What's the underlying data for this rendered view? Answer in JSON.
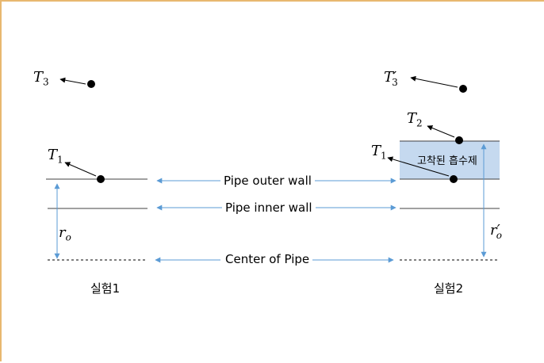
{
  "labels": {
    "outer_wall": "Pipe outer wall",
    "inner_wall": "Pipe inner wall",
    "center": "Center of Pipe",
    "exp1": "실험1",
    "exp2": "실험2",
    "adsorbent": "고착된 흡수제"
  },
  "math": {
    "T3_left": {
      "base": "T",
      "sub": "3",
      "prime": ""
    },
    "T1_left": {
      "base": "T",
      "sub": "1",
      "prime": ""
    },
    "ro_left": {
      "base": "r",
      "sub": "o",
      "prime": ""
    },
    "T3_right": {
      "base": "T",
      "sub": "3",
      "prime": "′"
    },
    "T2_right": {
      "base": "T",
      "sub": "2",
      "prime": ""
    },
    "T1_right": {
      "base": "T",
      "sub": "1",
      "prime": ""
    },
    "ro_right": {
      "base": "r",
      "sub": "o",
      "prime": "′"
    }
  },
  "colors": {
    "arrow_blue": "#5b9bd5",
    "adsorbent_fill": "#c5d9ef",
    "frame": "#e8b870",
    "line": "#404040"
  }
}
